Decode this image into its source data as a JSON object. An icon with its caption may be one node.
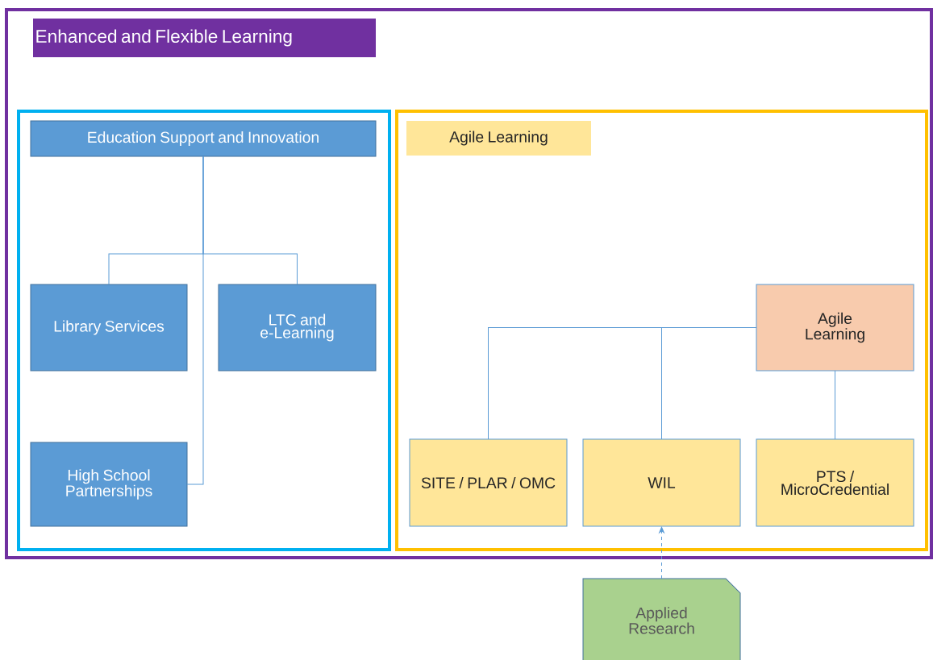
{
  "diagram": {
    "nodes": [
      {
        "text": [],
        "shape": "box"
      },
      {
        "text": [
          "Enhanced and Flexible Learning"
        ],
        "in": 0
      },
      {
        "text": [],
        "shape": "box",
        "in": 0
      },
      {
        "text": [
          "Education Support and Innovation"
        ],
        "in": 2
      },
      {
        "text": [
          "Library Services"
        ],
        "in": 2
      },
      {
        "text": [
          "LTC and e-Learning"
        ],
        "in": 2
      },
      {
        "text": [
          "High School Partnerships"
        ],
        "in": 2
      },
      {
        "text": [],
        "shape": "box",
        "in": 0
      },
      {
        "text": [
          "Agile Learning"
        ],
        "in": 7
      },
      {
        "text": [
          "Agile Learning"
        ],
        "in": 7
      },
      {
        "text": [
          "SITE / PLAR / OMC"
        ],
        "in": 7
      },
      {
        "text": [
          "WIL"
        ],
        "in": 7
      },
      {
        "text": [
          "PTS / MicroCredential"
        ],
        "in": 7
      },
      {
        "text": [
          "Applied Research"
        ]
      }
    ],
    "edges": [
      {
        "from": 3,
        "to": 4,
        "arrow": "none"
      },
      {
        "from": 3,
        "to": 5,
        "arrow": "none"
      },
      {
        "from": 3,
        "to": 6,
        "arrow": "none"
      },
      {
        "from": 9,
        "to": 10,
        "arrow": "none"
      },
      {
        "from": 9,
        "to": 11,
        "arrow": "none"
      },
      {
        "from": 9,
        "to": 12,
        "arrow": "none"
      },
      {
        "from": 13,
        "to": 11,
        "arrow": "to",
        "style": "dashed"
      }
    ]
  }
}
